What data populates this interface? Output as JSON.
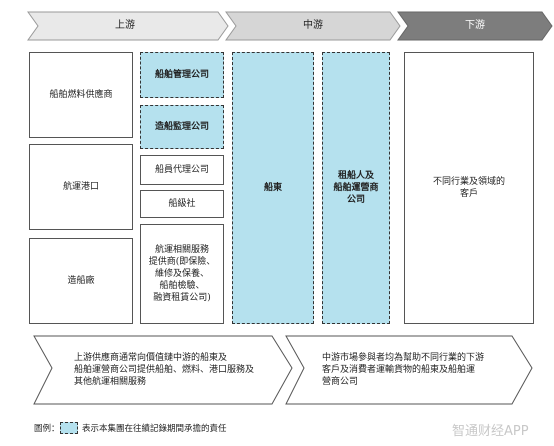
{
  "stages": {
    "upstream": "上游",
    "midstream": "中游",
    "downstream": "下游"
  },
  "upstream_boxes": {
    "fuel_supplier": "船舶燃料供應商",
    "port": "航運港口",
    "shipyard": "造船廠",
    "ship_management": "船舶管理公司",
    "ship_supervision": "造船監理公司",
    "crew_agency": "船員代理公司",
    "classification": "船級社",
    "related_services": "航運相關服務\n提供商(即保險、\n維修及保養、\n船舶檢驗、\n融資租賃公司)"
  },
  "midstream_boxes": {
    "shipowner": "船東",
    "charterer": "租船人及\n船舶運營商\n公司"
  },
  "downstream_boxes": {
    "customers": "不同行業及領域的\n客戶"
  },
  "bottom_arrows": {
    "left": "上游供應商通常向價值鏈中游的船東及\n船舶運營商公司提供船舶、燃料、港口服務及\n其他航運相關服務",
    "right": "中游市場參與者均為幫助不同行業的下游\n客戶及消費者運輸貨物的船東及船舶運\n營商公司"
  },
  "legend": {
    "label": "圖例：",
    "text": "表示本集團在往績記錄期間承擔的責任"
  },
  "watermark": "智通财经APP",
  "colors": {
    "highlight": "#b5e1ee",
    "header_fill": "#e6e6e6",
    "header_fill_dark": "#808080"
  }
}
